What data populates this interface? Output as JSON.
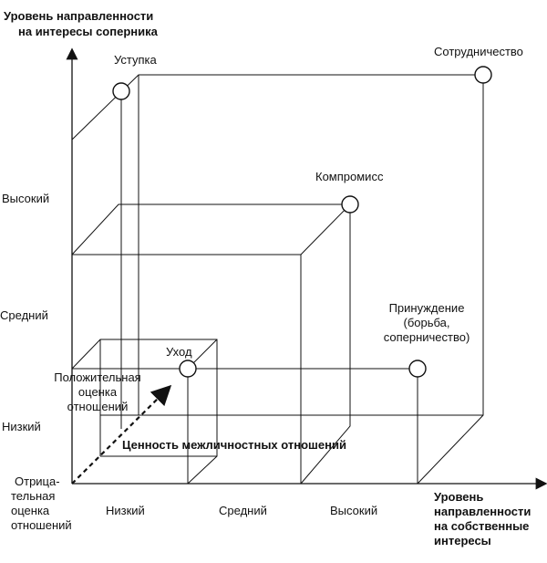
{
  "axes": {
    "y_title_line1": "Уровень направленности",
    "y_title_line2": "на интересы соперника",
    "x_title_line1": "Уровень",
    "x_title_line2": "направленности",
    "x_title_line3": "на собственные",
    "x_title_line4": "интересы",
    "z_title": "Ценность межличностных отношений"
  },
  "y_levels": [
    "Высокий",
    "Средний",
    "Низкий"
  ],
  "x_levels": [
    "Низкий",
    "Средний",
    "Высокий"
  ],
  "z_positive": [
    "Положительная",
    "оценка",
    "отношений"
  ],
  "z_negative": [
    "Отрица-",
    "тельная",
    "оценка",
    "отношений"
  ],
  "styles": {
    "ustupka": "Уступка",
    "sotrudnichestvo": "Сотрудничество",
    "kompromiss": "Компромисс",
    "prinuzhdenie_line1": "Принуждение",
    "prinuzhdenie_line2": "(борьба,",
    "prinuzhdenie_line3": "соперничество)",
    "ukhod": "Уход"
  },
  "colors": {
    "line": "#111111",
    "background": "#ffffff"
  }
}
